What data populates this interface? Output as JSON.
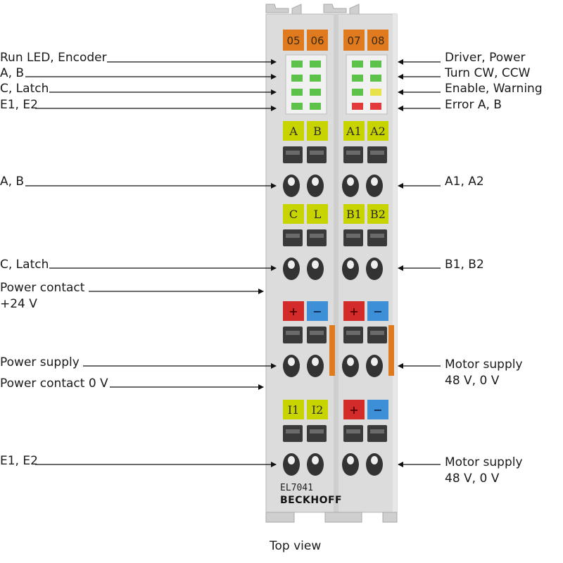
{
  "left_labels": [
    {
      "id": "run-led-encoder",
      "text": "Run LED, Encoder"
    },
    {
      "id": "a-b-led",
      "text": "A, B"
    },
    {
      "id": "c-latch-led",
      "text": "C, Latch"
    },
    {
      "id": "e1-e2-led",
      "text": "E1, E2"
    },
    {
      "id": "a-b-terminal",
      "text": "A, B"
    },
    {
      "id": "c-latch-terminal",
      "text": "C, Latch"
    },
    {
      "id": "power-contact-24v",
      "line1": "Power contact",
      "line2": "+24 V"
    },
    {
      "id": "power-supply",
      "text": "Power supply"
    },
    {
      "id": "power-contact-0v",
      "text": "Power contact 0 V"
    },
    {
      "id": "e1-e2-terminal",
      "text": "E1, E2"
    }
  ],
  "right_labels": [
    {
      "id": "driver-power",
      "text": "Driver, Power"
    },
    {
      "id": "turn-cw-ccw",
      "text": "Turn CW, CCW"
    },
    {
      "id": "enable-warning",
      "text": "Enable, Warning"
    },
    {
      "id": "error-a-b",
      "text": "Error A, B"
    },
    {
      "id": "a1-a2-terminal",
      "text": "A1, A2"
    },
    {
      "id": "b1-b2-terminal",
      "text": "B1, B2"
    },
    {
      "id": "motor-supply-1",
      "line1": "Motor supply",
      "line2": "48 V, 0 V"
    },
    {
      "id": "motor-supply-2",
      "line1": "Motor supply",
      "line2": "48 V, 0 V"
    }
  ],
  "device": {
    "led_headers": [
      "05",
      "06",
      "07",
      "08"
    ],
    "tags_row1": [
      "A",
      "B",
      "A1",
      "A2"
    ],
    "tags_row2": [
      "C",
      "L",
      "B1",
      "B2"
    ],
    "tags_row3": [
      "+",
      "−",
      "+",
      "−"
    ],
    "tags_row4": [
      "I1",
      "I2",
      "+",
      "−"
    ],
    "model": "EL7041",
    "brand": "BECKHOFF"
  },
  "caption": "Top view",
  "colors": {
    "housing": "#dcdcdc",
    "orange": "#e07a1f",
    "yellow_green": "#c8d400",
    "red": "#d32a2a",
    "blue": "#3d8fd6",
    "led_green": "#5cc24a",
    "led_yellow": "#e8e24a",
    "led_red": "#e23a3a"
  }
}
